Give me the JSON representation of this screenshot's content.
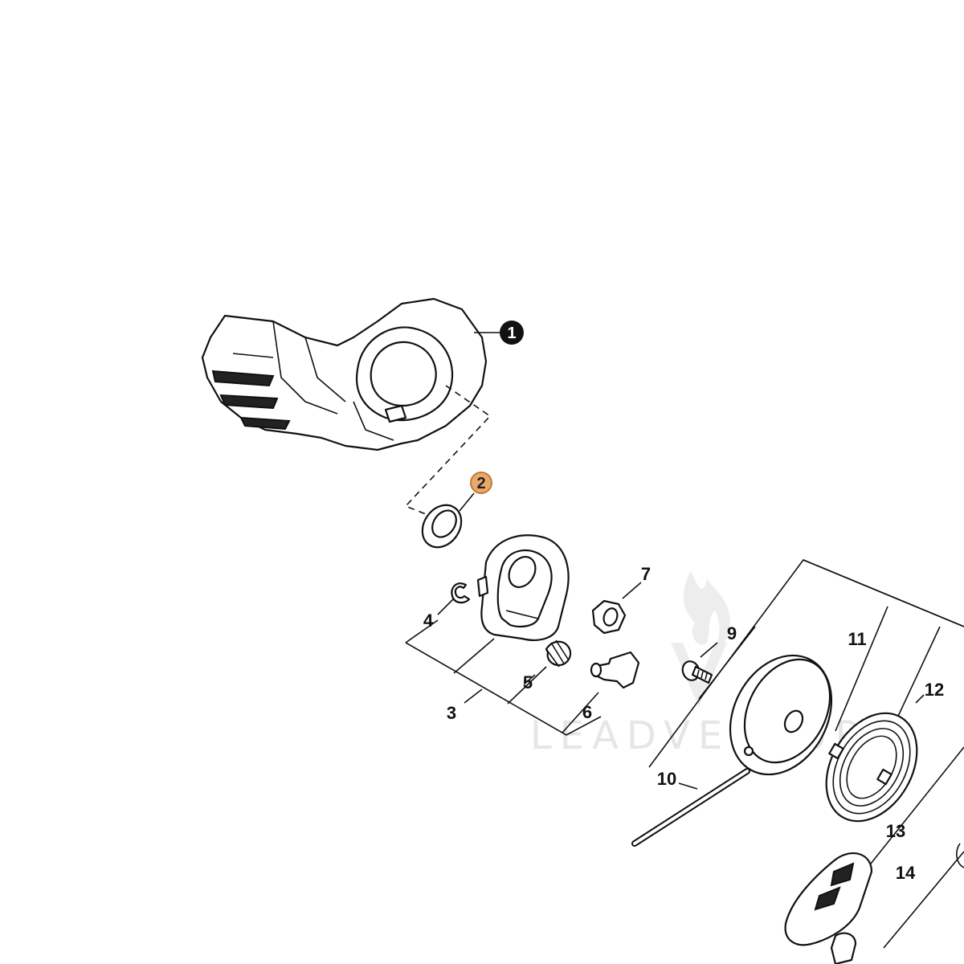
{
  "watermark": {
    "text": "LEADVENTUR"
  },
  "colors": {
    "highlight": "#e8a96b",
    "highlight_stroke": "#c07a3a",
    "filled_callout": "#111111"
  },
  "callouts": [
    {
      "id": "1",
      "text": "1",
      "style": "filled"
    },
    {
      "id": "2",
      "text": "2",
      "style": "highlighted"
    },
    {
      "id": "3",
      "text": "3"
    },
    {
      "id": "4",
      "text": "4"
    },
    {
      "id": "5",
      "text": "5"
    },
    {
      "id": "6",
      "text": "6"
    },
    {
      "id": "7",
      "text": "7"
    },
    {
      "id": "9",
      "text": "9"
    },
    {
      "id": "10",
      "text": "10"
    },
    {
      "id": "11",
      "text": "11"
    },
    {
      "id": "12",
      "text": "12"
    },
    {
      "id": "13",
      "text": "13"
    },
    {
      "id": "14",
      "text": "14"
    }
  ]
}
